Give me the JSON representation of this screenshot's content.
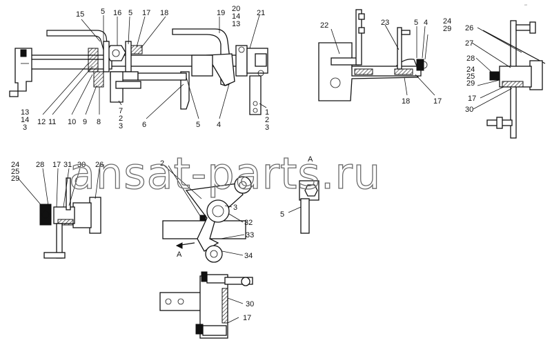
{
  "diagram": {
    "watermark": "ansat-parts.ru",
    "corner_mark": "ᵒⁿ",
    "view_a": "A",
    "arrow_a": "A",
    "top_left_labels": [
      "15",
      "5",
      "16",
      "5",
      "17",
      "18",
      "19",
      "20",
      "14",
      "13",
      "21",
      "13",
      "14",
      "3",
      "12",
      "11",
      "10",
      "9",
      "8",
      "7",
      "2",
      "3",
      "6",
      "5",
      "4",
      "1",
      "2",
      "3"
    ],
    "top_middle_labels": [
      "22",
      "23",
      "5",
      "4",
      "24",
      "29",
      "18",
      "17"
    ],
    "top_right_labels": [
      "26",
      "27",
      "28",
      "24",
      "25",
      "29",
      "17",
      "30"
    ],
    "bottom_left_labels": [
      "24",
      "25",
      "29",
      "28",
      "17",
      "31",
      "30",
      "26"
    ],
    "center_labels": [
      "2",
      "3",
      "32",
      "33",
      "34"
    ],
    "view_a_label": "5",
    "bottom_center_labels": [
      "30",
      "17"
    ]
  }
}
